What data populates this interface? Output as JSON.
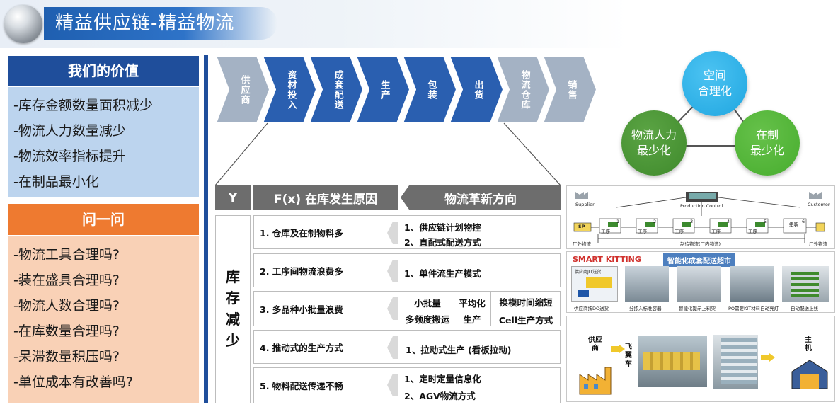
{
  "header": {
    "title": "精益供应链-精益物流"
  },
  "value_panel": {
    "title": "我们的价值",
    "items": [
      "-库存金额数量面积减少",
      "-物流人力数量减少",
      "-物流效率指标提升",
      "-在制品最小化"
    ]
  },
  "ask_panel": {
    "title": "问一问",
    "items": [
      "-物流工具合理吗?",
      "-装在盛具合理吗?",
      "-物流人数合理吗?",
      "-在库数量合理吗?",
      "-呆滞数量积压吗?",
      "-单位成本有改善吗?"
    ]
  },
  "flow": {
    "steps": [
      "供应商",
      "资材投入",
      "成套配送",
      "生产",
      "包装",
      "出货",
      "物流仓库",
      "销售"
    ],
    "colors": [
      "#a4b2c4",
      "#2a5fb0",
      "#2a5fb0",
      "#2a5fb0",
      "#2a5fb0",
      "#2a5fb0",
      "#a4b2c4",
      "#a4b2c4"
    ]
  },
  "table": {
    "col_y": "Y",
    "col_f": "F(x) 在库发生原因",
    "col_d": "物流革新方向",
    "y_value": [
      "库",
      "存",
      "减",
      "少"
    ],
    "rows": [
      {
        "cause": "1. 仓库及在制物料多",
        "dirs": [
          "1、供应链计划物控",
          "2、直配式配送方式"
        ]
      },
      {
        "cause": "2. 工序间物流浪费多",
        "dirs": [
          "1、单件流生产模式"
        ]
      },
      {
        "cause": "3. 多品种小批量浪费",
        "cells": [
          "小批量",
          "多频度搬运",
          "平均化",
          "生产",
          "换模时间缩短",
          "Cell生产方式"
        ]
      },
      {
        "cause": "4. 推动式的生产方式",
        "dirs": [
          "1、拉动式生产 (看板拉动)"
        ]
      },
      {
        "cause": "5. 物料配送传递不畅",
        "dirs": [
          "1、定时定量信息化",
          "2、AGV物流方式"
        ]
      }
    ]
  },
  "triangle": {
    "top": [
      "空间",
      "合理化"
    ],
    "left": [
      "物流人力",
      "最少化"
    ],
    "right": [
      "在制",
      "最少化"
    ],
    "colors": {
      "top": "#1fa6e0",
      "left": "#3f8a2c",
      "right": "#47ad2e"
    }
  },
  "flow_image": {
    "supplier": "Supplier",
    "production_control": "Production Control",
    "customer": "Customer",
    "sp": "SP",
    "process": "工序",
    "pack": "组装",
    "nums": [
      "1",
      "2",
      "3",
      "4",
      "5",
      "6"
    ],
    "outside_left": "厂外物流",
    "inside": "制造物流(厂内物流)",
    "outside_right": "厂外物流"
  },
  "kitting_image": {
    "brand": "SMART KITTING",
    "title": "智能化成套配送超市",
    "supplier_tag": "供应商JIT送货",
    "captions": [
      "供应商按DO送货",
      "分拣入标准容器",
      "智能化提示上料架",
      "PO需要KIT材料自动亮灯",
      "自动配送上线"
    ]
  },
  "logistics_image": {
    "supplier": [
      "供应",
      "商"
    ],
    "plane": [
      "飞",
      "翼",
      "车"
    ],
    "host": [
      "主",
      "机"
    ]
  }
}
